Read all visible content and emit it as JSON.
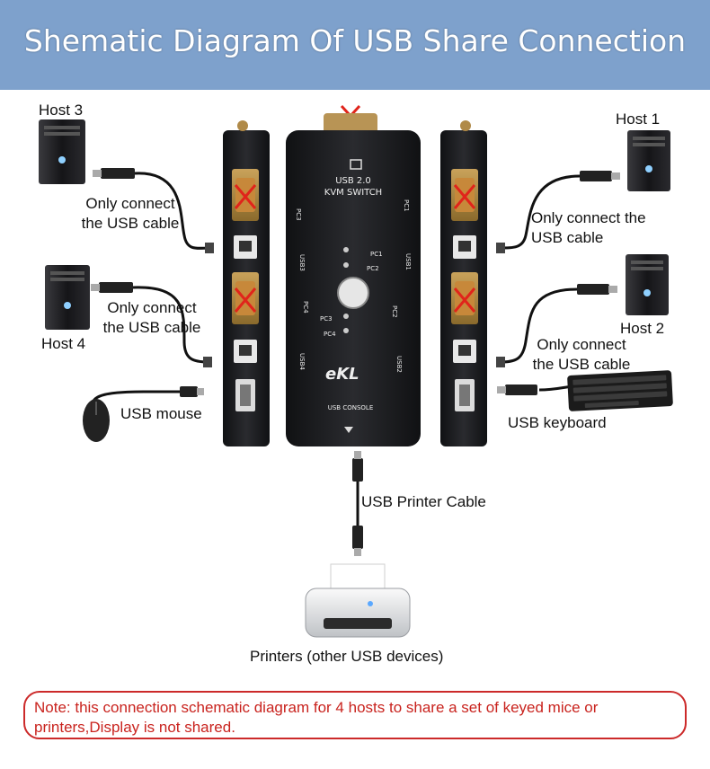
{
  "title": "Shematic Diagram Of USB Share Connection",
  "labels": {
    "host1": "Host 1",
    "host2": "Host 2",
    "host3": "Host 3",
    "host4": "Host 4",
    "only_connect_host3": "Only connect\nthe USB cable",
    "only_connect_host4": "Only connect\nthe USB cable",
    "only_connect_host1": "Only connect the\nUSB cable",
    "only_connect_host2": "Only connect\nthe USB cable",
    "usb_mouse": "USB mouse",
    "usb_keyboard": "USB keyboard",
    "usb_printer_cable": "USB Printer Cable",
    "printers": "Printers (other USB devices)"
  },
  "device": {
    "usb_version": "USB 2.0",
    "kvm": "KVM SWITCH",
    "pc1": "PC1",
    "pc2": "PC2",
    "pc3": "PC3",
    "pc4": "PC4",
    "usb1": "USB1",
    "usb2": "USB2",
    "usb3": "USB3",
    "usb4": "USB4",
    "brand": "eKL",
    "console": "USB CONSOLE"
  },
  "note": "Note: this connection schematic diagram for 4 hosts to share a set of keyed mice or printers,Display is not shared.",
  "colors": {
    "banner": "#7ea1cc",
    "note_red": "#c9231e",
    "device_body": "#1c1d20",
    "cross_red": "#e0241b"
  }
}
